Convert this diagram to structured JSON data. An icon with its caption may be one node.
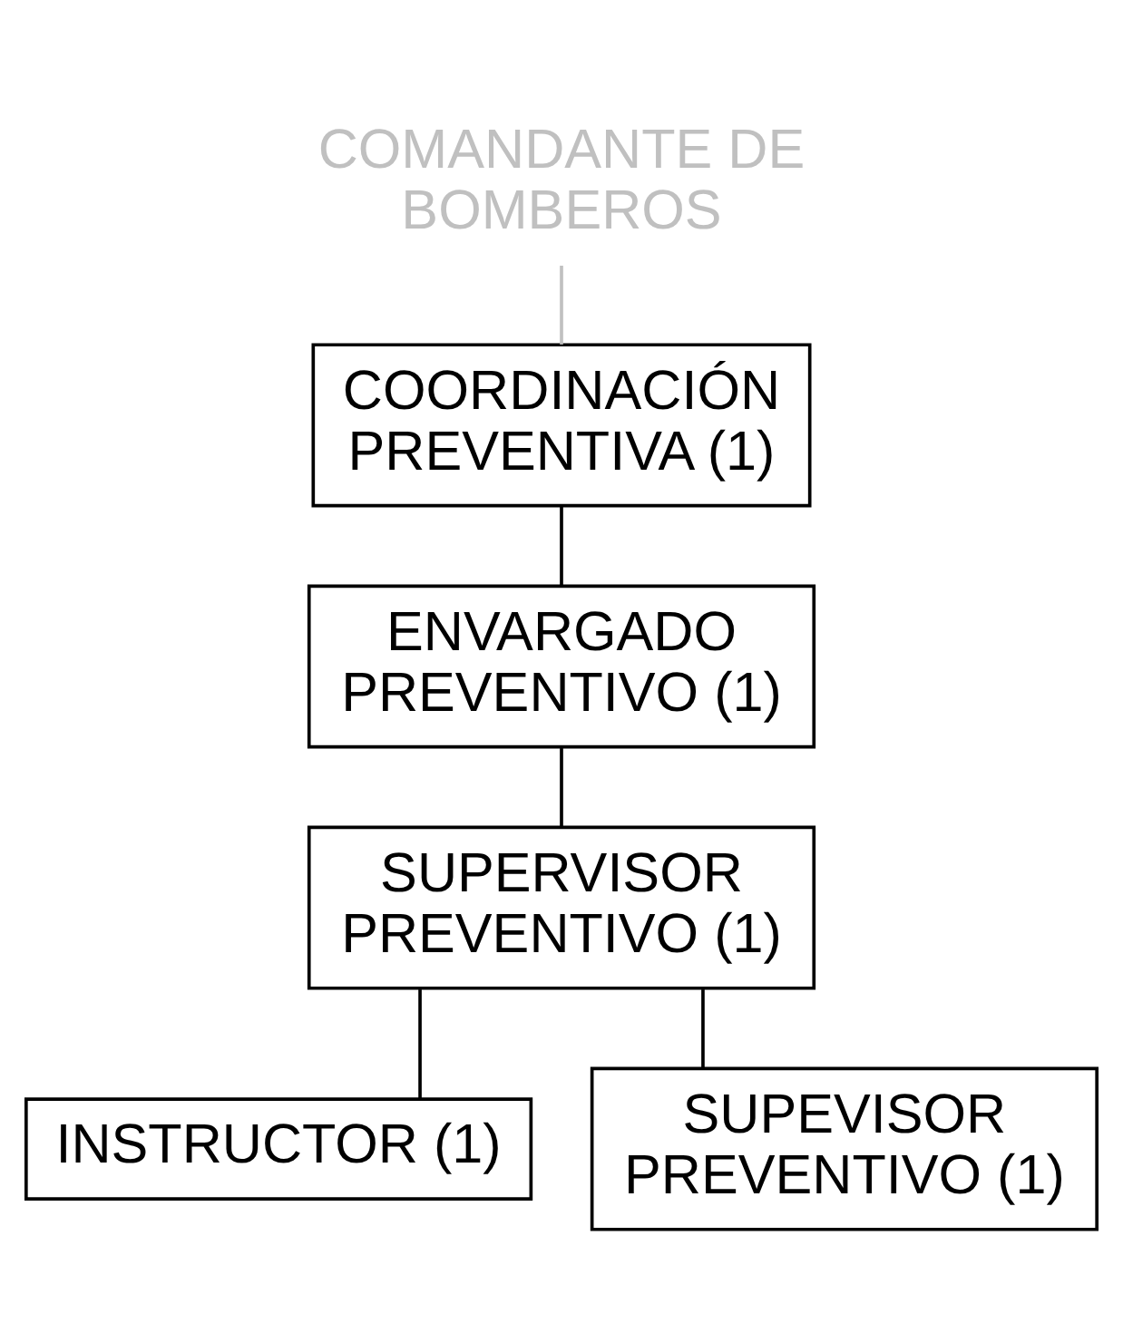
{
  "diagram": {
    "nodes": [
      {
        "text": [
          "COMANDANTE DE BOMBEROS"
        ]
      },
      {
        "text": [
          "COORDINACIÓN PREVENTIVA (1)"
        ]
      },
      {
        "text": [
          "ENVARGADO PREVENTIVO (1)"
        ]
      },
      {
        "text": [
          "SUPERVISOR PREVENTIVO (1)"
        ]
      },
      {
        "text": [
          "INSTRUCTOR (1)"
        ]
      },
      {
        "text": [
          "SUPEVISOR PREVENTIVO (1)"
        ]
      }
    ],
    "edges": [
      {
        "from": 0,
        "to": 1,
        "arrow": "none",
        "color": "#c0c0c0"
      },
      {
        "from": 1,
        "to": 2,
        "arrow": "none"
      },
      {
        "from": 2,
        "to": 3,
        "arrow": "none"
      },
      {
        "from": 3,
        "to": 4,
        "arrow": "none"
      },
      {
        "from": 3,
        "to": 5,
        "arrow": "none"
      }
    ]
  }
}
